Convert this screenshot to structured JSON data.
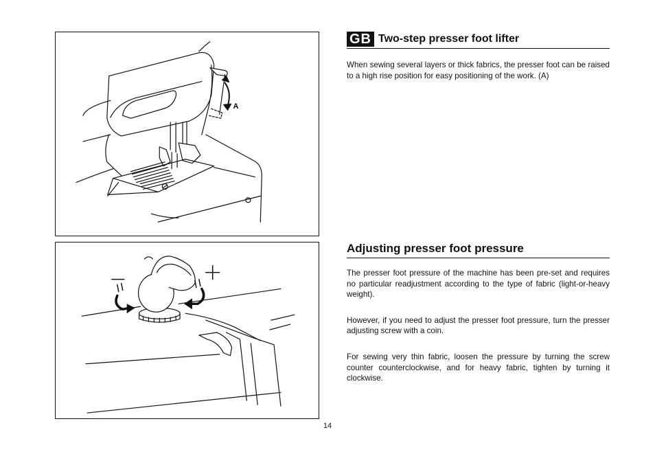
{
  "page": {
    "number": "14"
  },
  "figure_top": {
    "label": "A"
  },
  "section_lifter": {
    "badge": "GB",
    "title": "Two-step presser foot lifter",
    "paragraphs": [
      "When sewing several layers or thick fabrics, the presser foot can be raised  to a high rise position for easy positioning of the work. (A)"
    ]
  },
  "section_pressure": {
    "title": "Adjusting presser foot pressure",
    "paragraphs": [
      "The presser foot pressure of the machine has been pre-set and requires no particular readjustment according to the type of fabric (light-or-heavy weight).",
      "However, if you need to adjust the presser foot pressure, turn the presser adjusting screw with a coin.",
      "For sewing very thin fabric, loosen the pressure by turning the screw counter counterclockwise, and for heavy fabric, tighten by turning it clockwise."
    ]
  }
}
